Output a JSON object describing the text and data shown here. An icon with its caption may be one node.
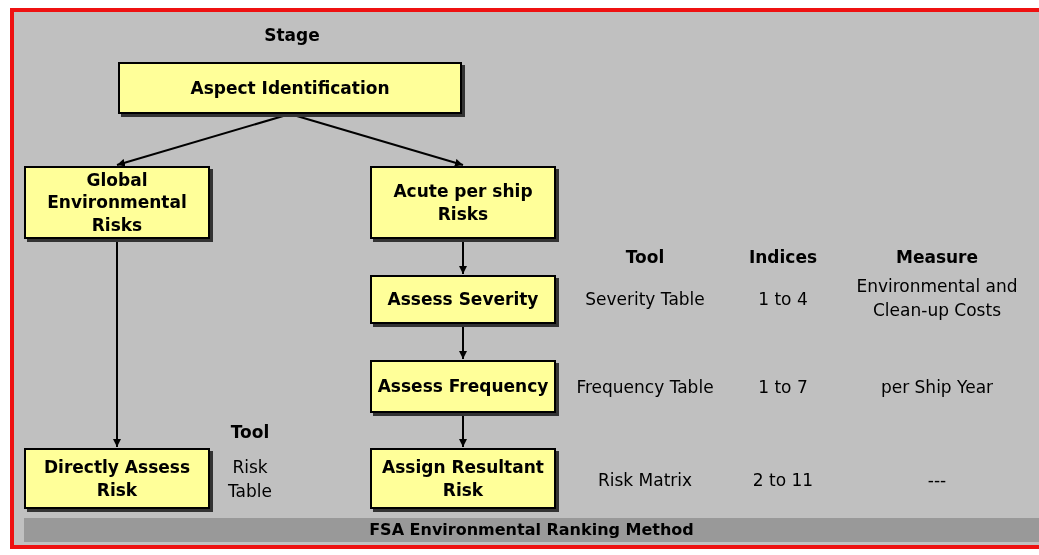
{
  "diagram": {
    "nodes": [
      {
        "text": [
          "Aspect Identification"
        ]
      },
      {
        "text": [
          "Global Environmental Risks"
        ]
      },
      {
        "text": [
          "Acute per ship Risks"
        ]
      },
      {
        "text": [
          "Assess Severity"
        ]
      },
      {
        "text": [
          "Assess Frequency"
        ]
      },
      {
        "text": [
          "Directly Assess Risk"
        ]
      },
      {
        "text": [
          "Assign Resultant Risk"
        ]
      },
      {
        "text": [
          "FSA Environmental Ranking Method"
        ]
      }
    ],
    "edges": [
      {
        "from": 0,
        "to": 1,
        "arrow": "to"
      },
      {
        "from": 0,
        "to": 2,
        "arrow": "to"
      },
      {
        "from": 2,
        "to": 3,
        "arrow": "to"
      },
      {
        "from": 3,
        "to": 4,
        "arrow": "to"
      },
      {
        "from": 4,
        "to": 6,
        "arrow": "to"
      },
      {
        "from": 1,
        "to": 5,
        "arrow": "to"
      }
    ],
    "labels": [
      "Stage",
      "Tool",
      "Indices",
      "Measure",
      "Severity Table",
      "1 to 4",
      "Environmental and Clean-up Costs",
      "Frequency Table",
      "1 to 7",
      "per Ship Year",
      "Tool",
      "Risk Table",
      "Risk Matrix",
      "2 to 11",
      "---"
    ]
  }
}
